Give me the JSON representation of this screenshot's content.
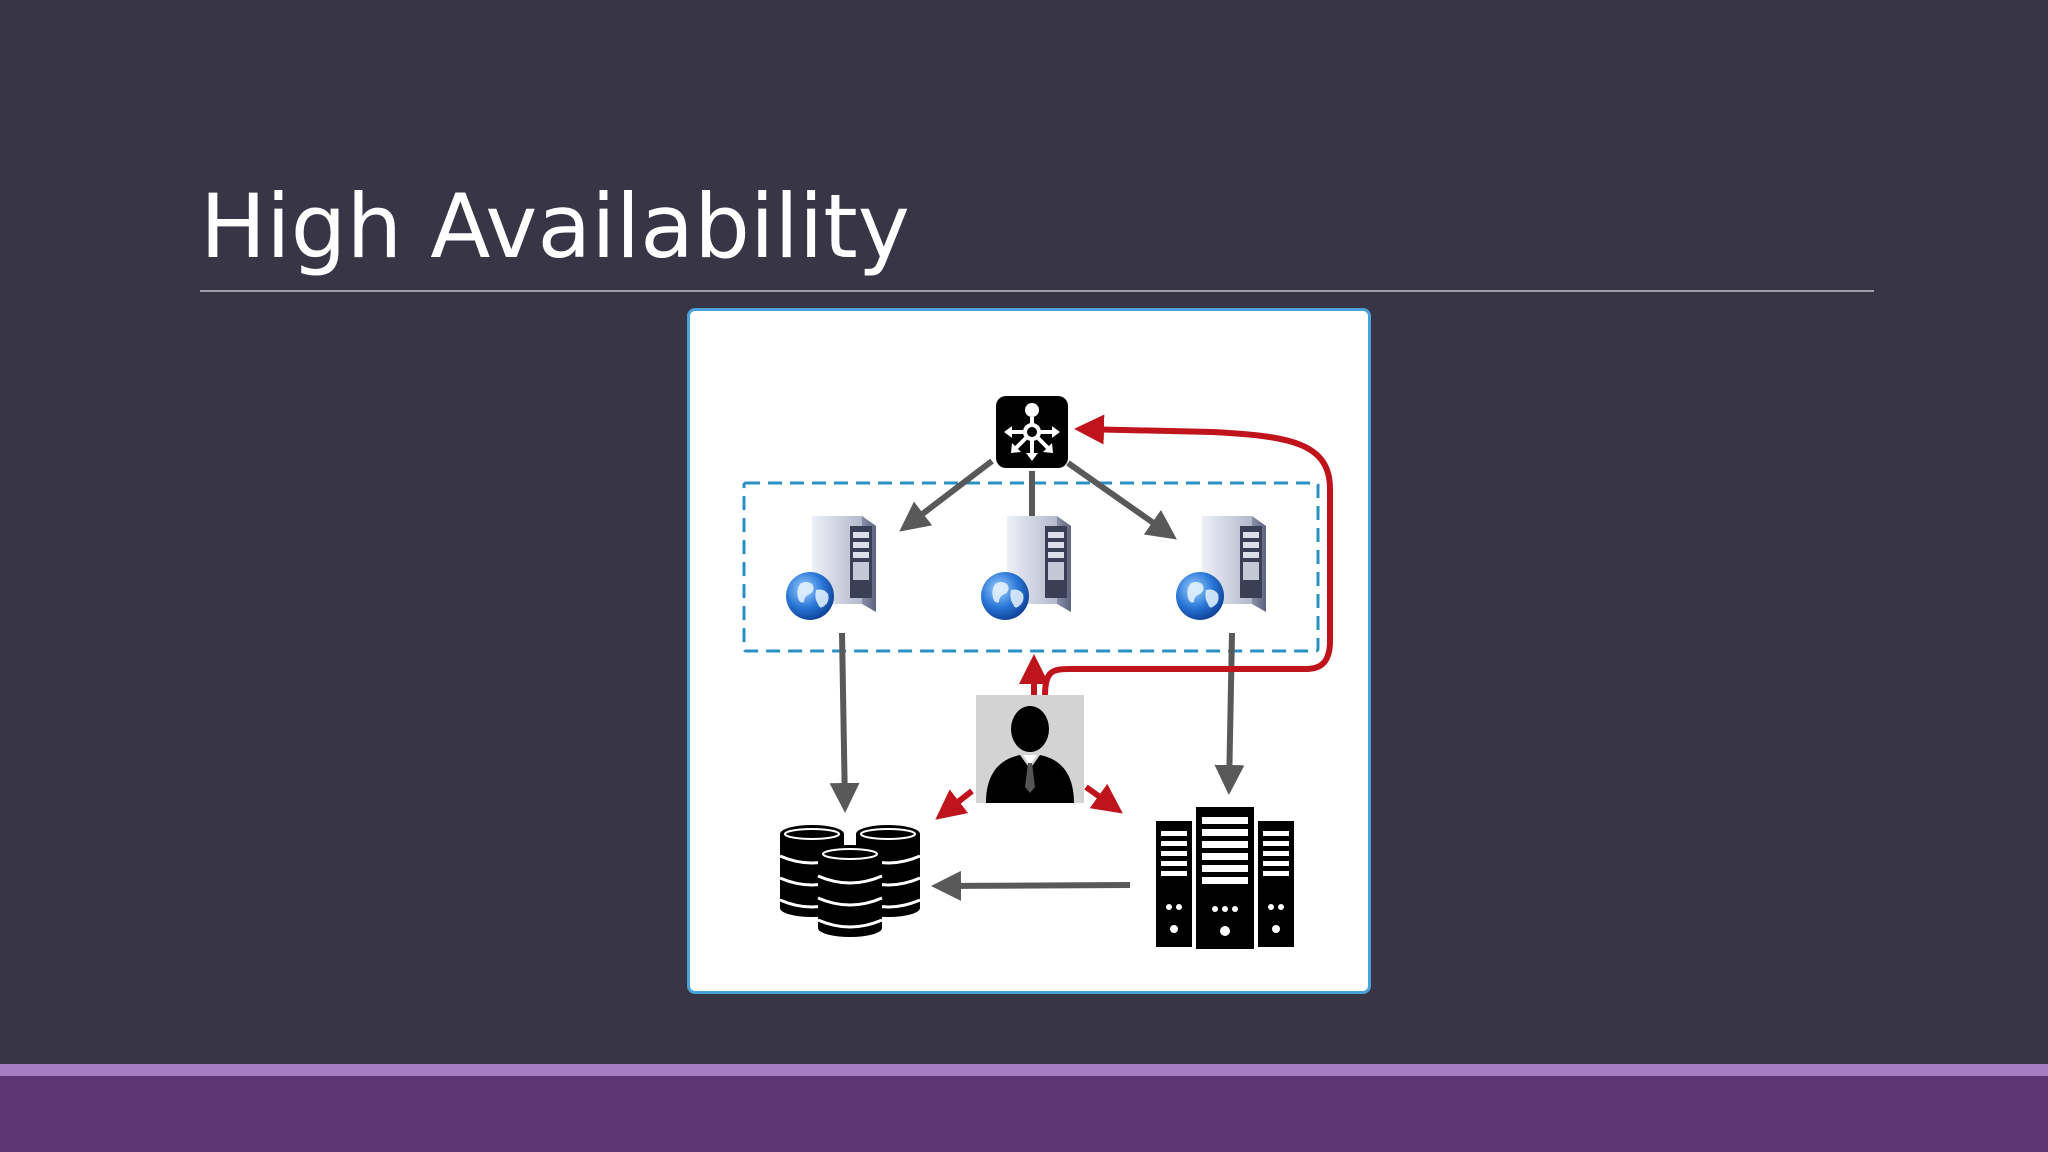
{
  "slide": {
    "title": "High Availability"
  },
  "diagram": {
    "nodes": [
      {
        "id": "load-balancer",
        "icon": "load-balancer-icon"
      },
      {
        "id": "web-server-1",
        "icon": "web-server-icon"
      },
      {
        "id": "web-server-2",
        "icon": "web-server-icon"
      },
      {
        "id": "web-server-3",
        "icon": "web-server-icon"
      },
      {
        "id": "user",
        "icon": "user-icon"
      },
      {
        "id": "database-cluster",
        "icon": "database-icon"
      },
      {
        "id": "server-rack",
        "icon": "server-rack-icon"
      }
    ],
    "group": {
      "id": "web-server-cluster",
      "members": [
        "web-server-1",
        "web-server-2",
        "web-server-3"
      ],
      "style": "dashed"
    },
    "edges": [
      {
        "from": "load-balancer",
        "to": "web-server-1",
        "color": "gray"
      },
      {
        "from": "load-balancer",
        "to": "web-server-2",
        "color": "gray"
      },
      {
        "from": "load-balancer",
        "to": "web-server-3",
        "color": "gray"
      },
      {
        "from": "web-server-1",
        "to": "database-cluster",
        "color": "gray"
      },
      {
        "from": "web-server-3",
        "to": "server-rack",
        "color": "gray"
      },
      {
        "from": "server-rack",
        "to": "database-cluster",
        "color": "gray"
      },
      {
        "from": "user",
        "to": "load-balancer",
        "color": "red"
      },
      {
        "from": "user",
        "to": "web-server-cluster",
        "color": "red"
      },
      {
        "from": "user",
        "to": "database-cluster",
        "color": "red"
      },
      {
        "from": "user",
        "to": "server-rack",
        "color": "red"
      }
    ]
  },
  "colors": {
    "background": "#373546",
    "frame_border": "#4aa3d8",
    "footer_light": "#a67dc1",
    "footer_dark": "#5b3574",
    "arrow_gray": "#595959",
    "arrow_red": "#c0141c"
  }
}
